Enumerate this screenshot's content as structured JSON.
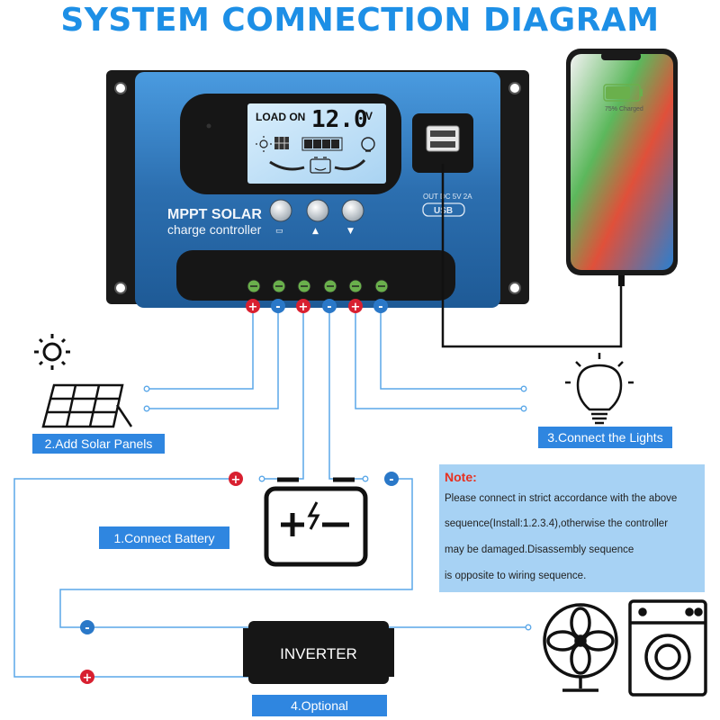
{
  "title": "SYSTEM COMNECTION DIAGRAM",
  "controller": {
    "lcd_status": "LOAD ON",
    "lcd_voltage": "12.0",
    "lcd_unit": "V",
    "brand_line1": "MPPT SOLAR",
    "brand_line2": "charge controller",
    "usb_spec": "OUT DC 5V 2A",
    "usb_label": "USB"
  },
  "phone": {
    "charge_text": "75% Charged",
    "battery_level": 0.75
  },
  "steps": {
    "solar": "2.Add Solar Panels",
    "lights": "3.Connect the Lights",
    "battery": "1.Connect Battery",
    "inverter_optional": "4.Optional"
  },
  "inverter_label": "INVERTER",
  "note": {
    "title": "Note:",
    "lines": [
      "Please connect in strict accordance with the above",
      "sequence(Install:1.2.3.4),otherwise the controller",
      "may be damaged.Disassembly sequence",
      "is opposite to wiring sequence."
    ]
  },
  "colors": {
    "title": "#1d8fe6",
    "label_bg": "#2f86e0",
    "note_bg": "#a7d2f4",
    "positive": "#d82030",
    "negative": "#2a78c8",
    "wire": "#5aa7e8",
    "controller_body": "#2c6fb0"
  },
  "icons": [
    "sun-icon",
    "solar-panel-icon",
    "battery-icon",
    "light-bulb-icon",
    "fan-icon",
    "washing-machine-icon",
    "smartphone-icon",
    "usb-port-icon"
  ]
}
